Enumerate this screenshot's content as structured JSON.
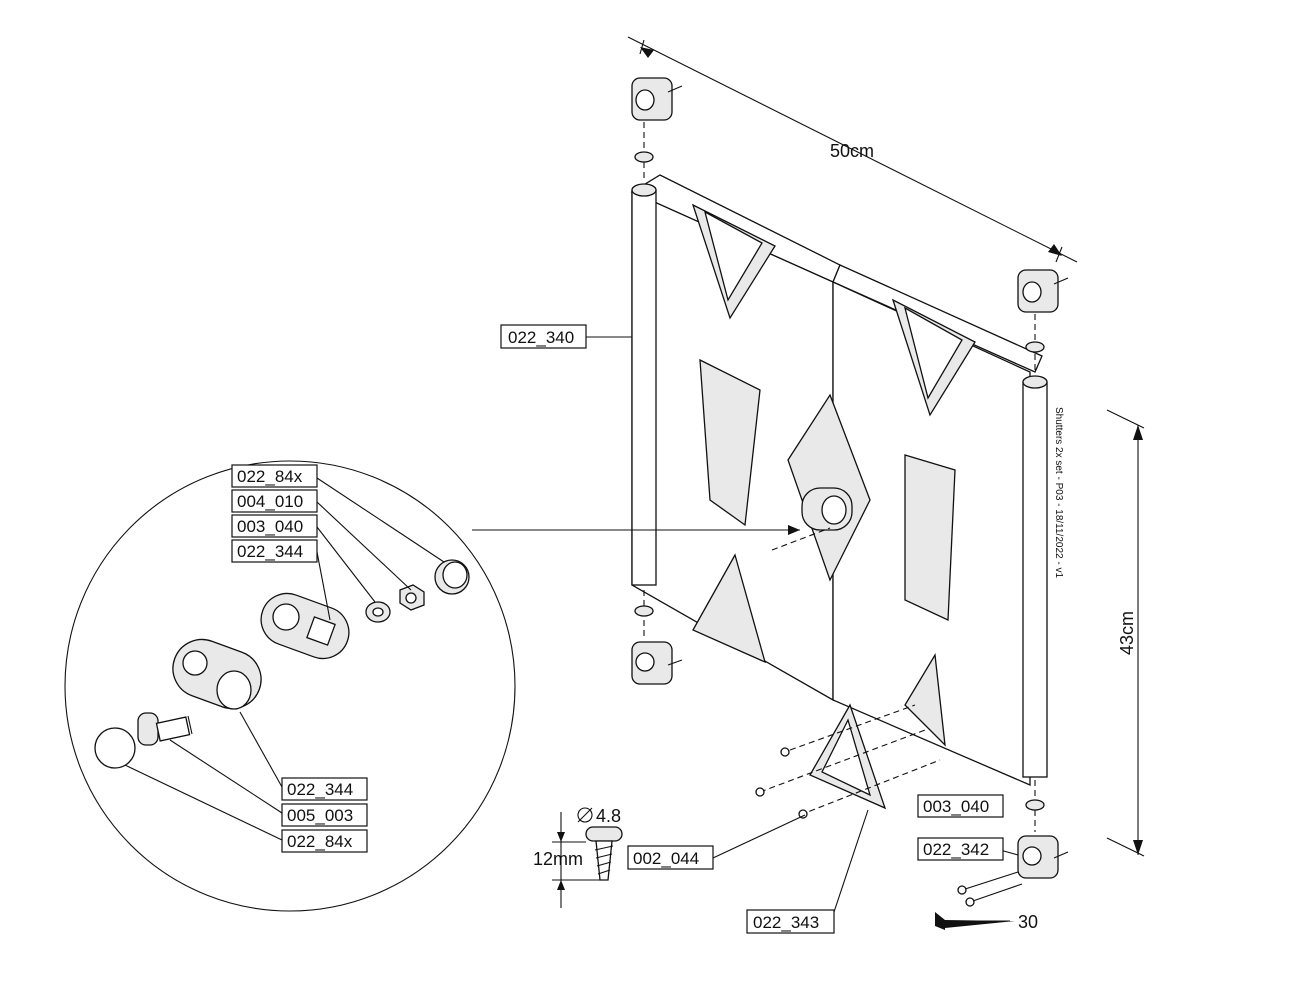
{
  "labels": {
    "panel": "022_340",
    "inset_hinge_cap": "022_84x",
    "inset_nut": "004_010",
    "inset_washer": "003_040",
    "inset_hinge_a": "022_344",
    "inset_hinge_b": "022_344",
    "inset_screw": "005_003",
    "inset_cap": "022_84x",
    "washer": "003_040",
    "bracket": "022_342",
    "corner_plate": "022_343",
    "wood_screw": "002_044"
  },
  "dimensions": {
    "width": "50cm",
    "height": "43cm",
    "screw_diameter": "4.8",
    "screw_length": "12mm",
    "long_screw": "30"
  },
  "side_text": "Shutters 2x set - P03 - 18/11/2022 - v1",
  "colors": {
    "line": "#111111",
    "part_fill": "#e9e9e9",
    "dark_fill": "#4a4a4a"
  }
}
